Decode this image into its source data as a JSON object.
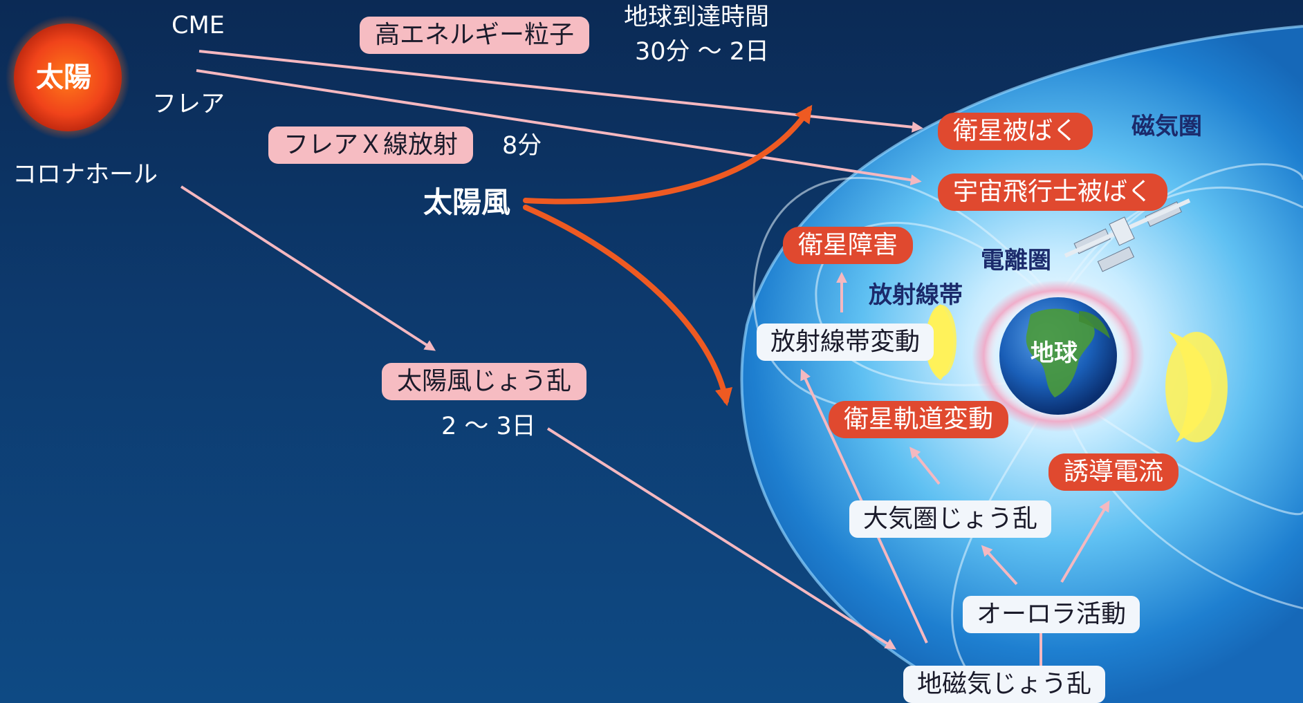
{
  "sun": {
    "label": "太陽"
  },
  "sources": {
    "cme": "CME",
    "flare": "フレア",
    "coronal_hole": "コロナホール"
  },
  "phenomena": {
    "high_energy_particles": "高エネルギー粒子",
    "flare_xray": "フレアＸ線放射",
    "solar_wind": "太陽風",
    "solar_wind_disturbance": "太陽風じょう乱"
  },
  "timings": {
    "arrival_title": "地球到達時間",
    "arrival_range": "30分 ～ 2日",
    "xray_time": "8分",
    "disturbance_time": "2 ～ 3日"
  },
  "regions": {
    "magnetosphere": "磁気圏",
    "ionosphere": "電離圏",
    "radiation_belt": "放射線帯",
    "earth": "地球"
  },
  "impacts": {
    "satellite_exposure": "衛星被ばく",
    "astronaut_exposure": "宇宙飛行士被ばく",
    "satellite_failure": "衛星障害",
    "orbit_change": "衛星軌道変動",
    "induced_current": "誘導電流"
  },
  "effects": {
    "radiation_belt_change": "放射線帯変動",
    "atmosphere_disturbance": "大気圏じょう乱",
    "aurora_activity": "オーロラ活動",
    "geomagnetic_disturbance": "地磁気じょう乱"
  },
  "colors": {
    "background": "#0d3a6e",
    "arrow_pink": "#f5b8c0",
    "arrow_orange": "#ee5a22",
    "red_box": "#e0492f",
    "pink_box": "#f6bcc2",
    "navy_text": "#1b2a6b"
  }
}
